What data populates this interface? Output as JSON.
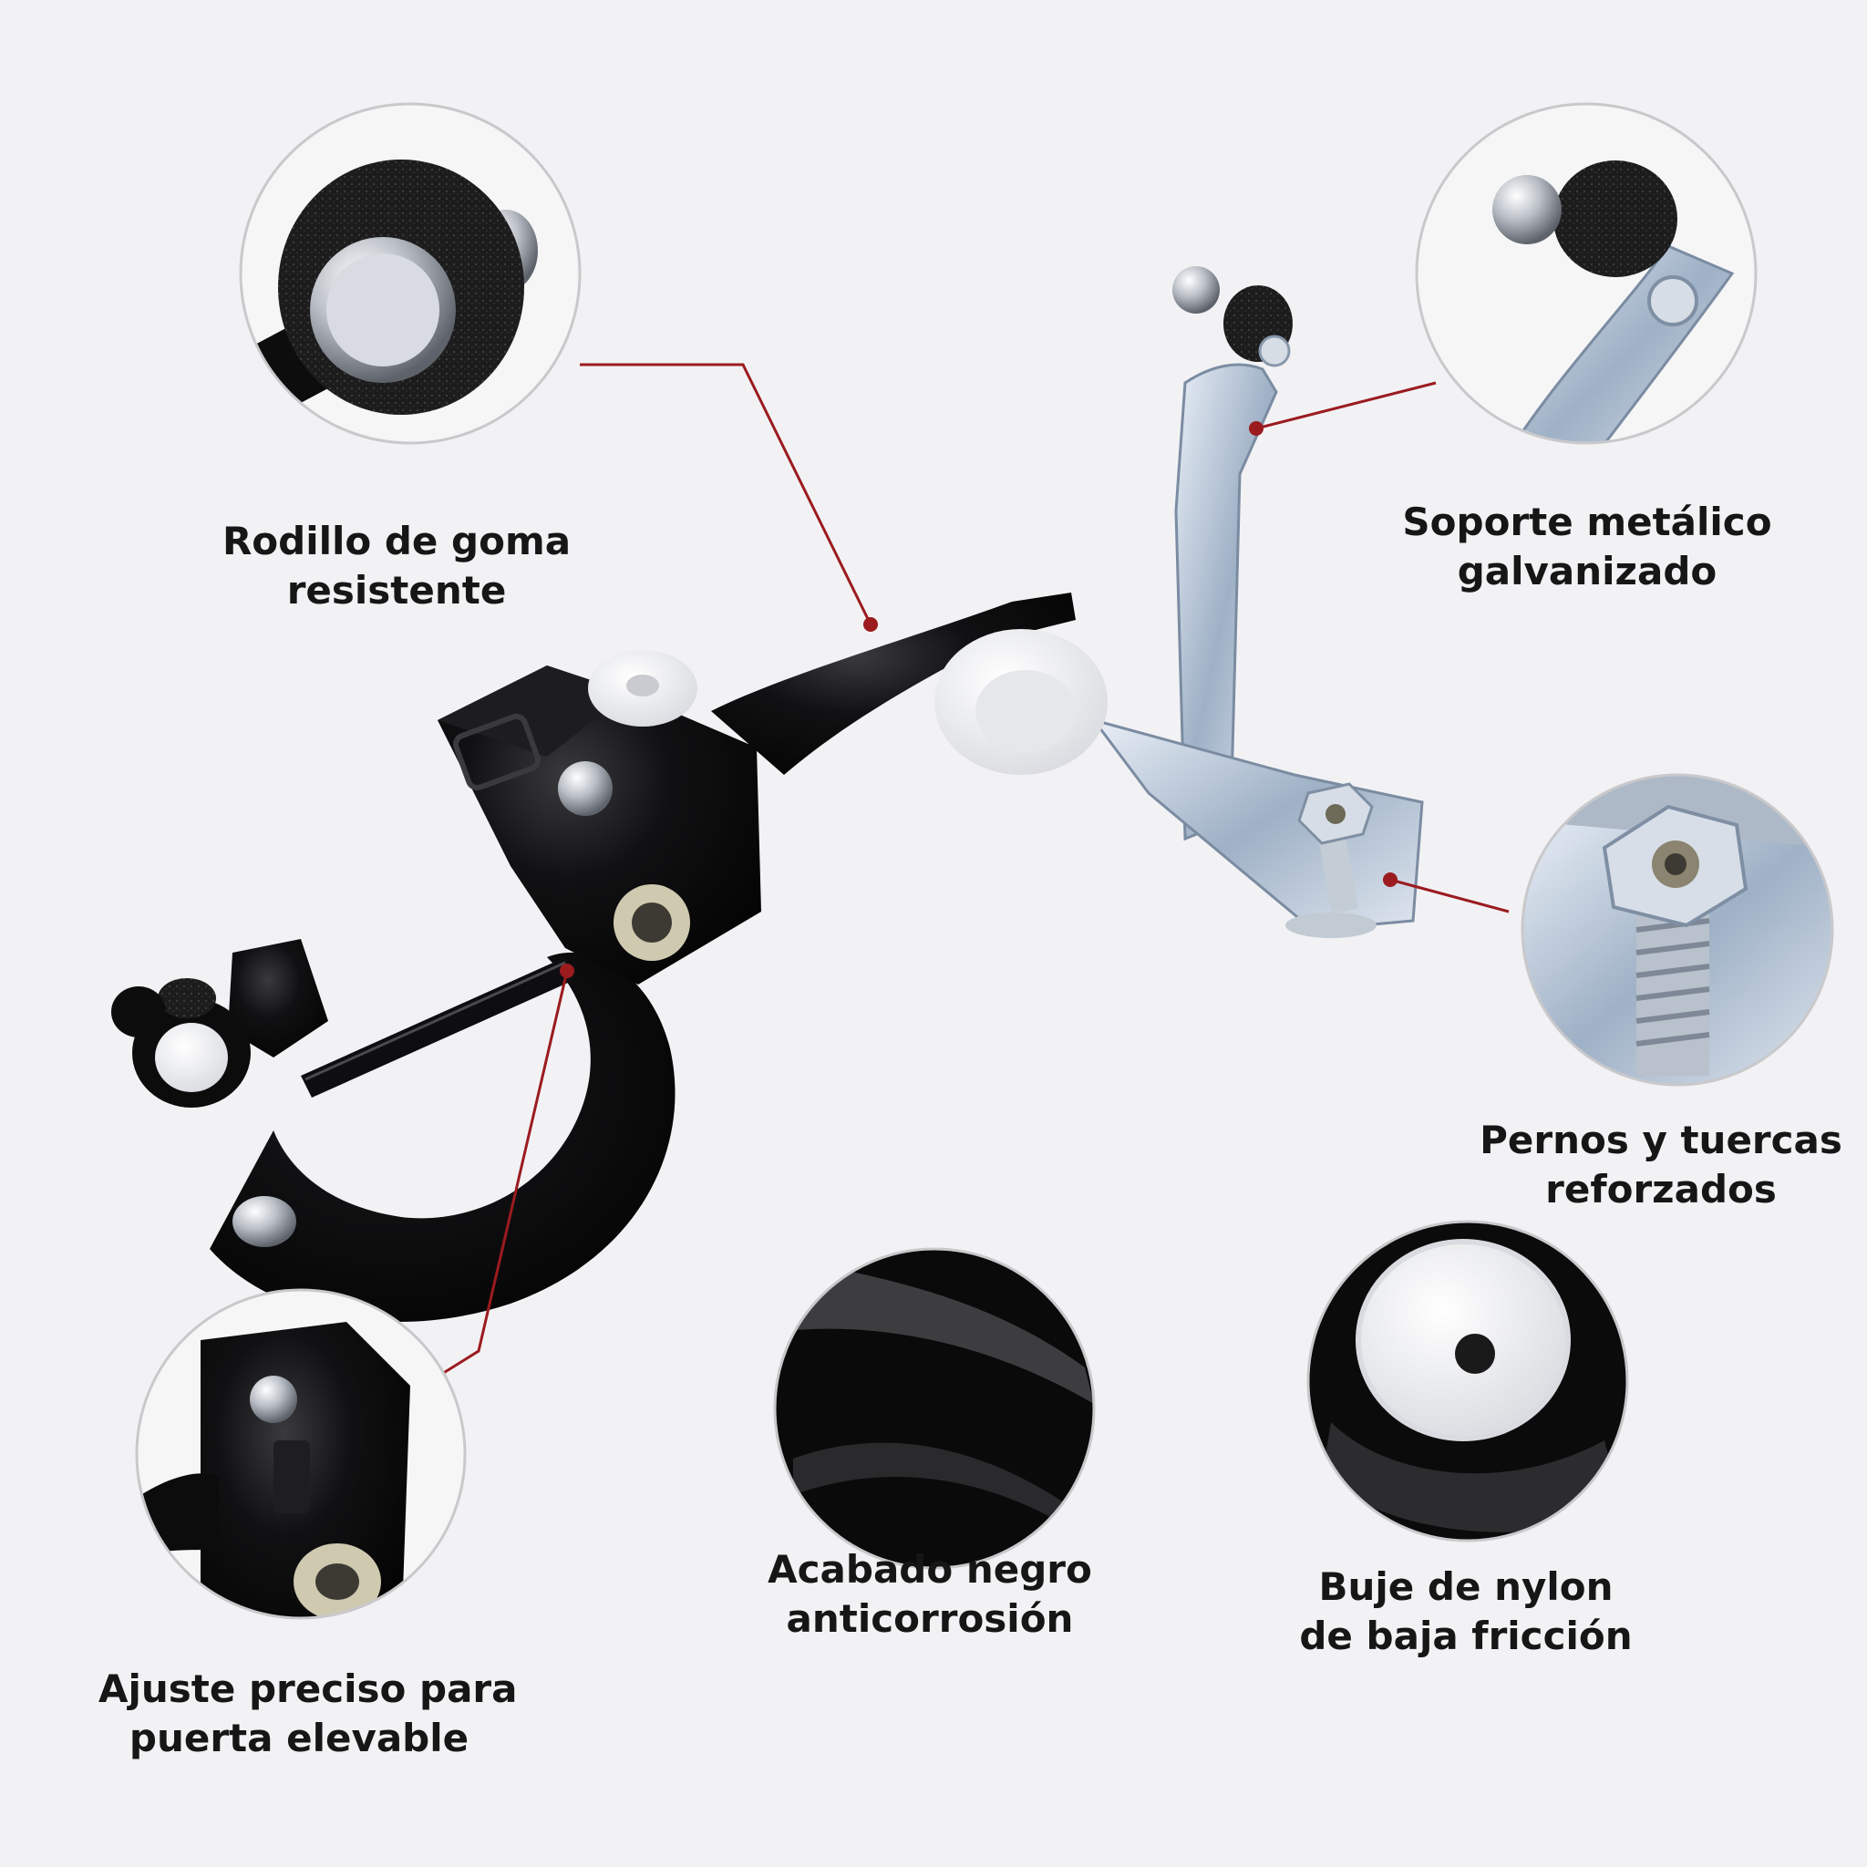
{
  "features": [
    {
      "id": "roller",
      "icon": "rubber-roller-icon",
      "lines": [
        "Rodillo de goma",
        "resistente"
      ]
    },
    {
      "id": "bracket",
      "icon": "metal-bracket-icon",
      "lines": [
        "Soporte metálico",
        "galvanizado"
      ]
    },
    {
      "id": "bolts",
      "icon": "bolt-nut-icon",
      "lines": [
        "Pernos y tuercas",
        "reforzados"
      ]
    },
    {
      "id": "finish",
      "icon": "black-finish-icon",
      "lines": [
        "Acabado negro",
        "anticorrosión"
      ]
    },
    {
      "id": "bushing",
      "icon": "nylon-bushing-icon",
      "lines": [
        "Buje de nylon",
        "de baja fricción"
      ]
    },
    {
      "id": "fit",
      "icon": "adjust-fit-icon",
      "lines": [
        "Ajuste preciso para",
        "puerta elevable"
      ]
    }
  ],
  "colors": {
    "background": "#f2f2f4",
    "leader_line": "#9b1b1f",
    "ring": "#c9c9cc",
    "part_black": "#0b0b0c",
    "part_zinc": "#b9c6d6",
    "nylon": "#f4f4f2"
  }
}
